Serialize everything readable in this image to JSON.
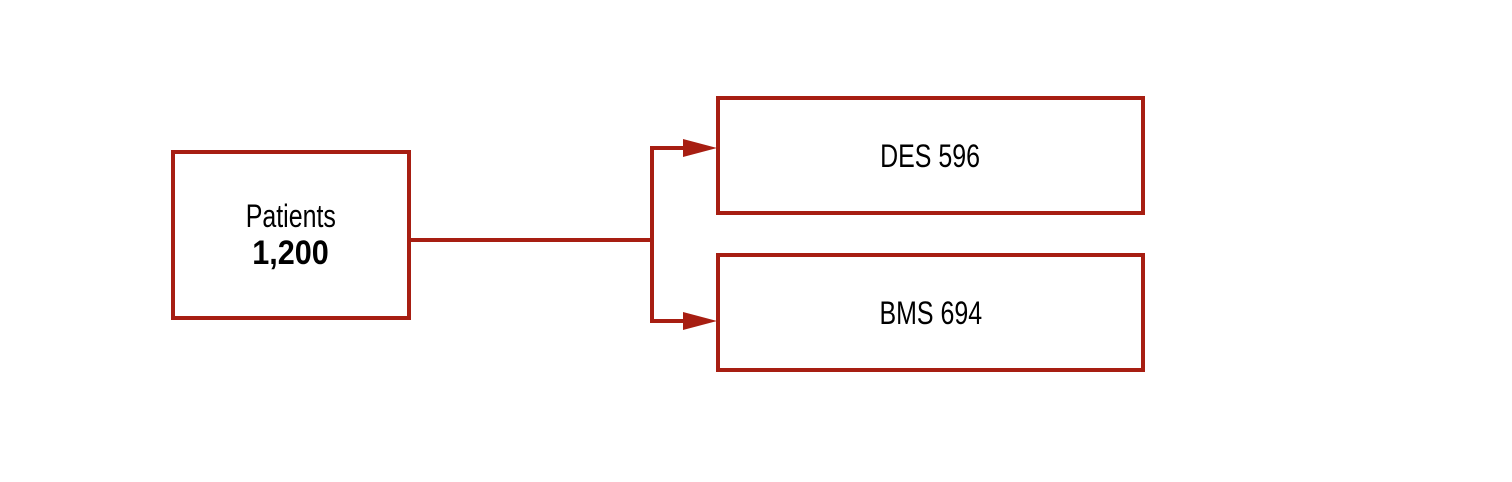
{
  "colors": {
    "accent": "#a71e12"
  },
  "source": {
    "label": "Patients",
    "count": "1,200"
  },
  "targets": [
    {
      "label": "DES 596"
    },
    {
      "label": "BMS 694"
    }
  ]
}
